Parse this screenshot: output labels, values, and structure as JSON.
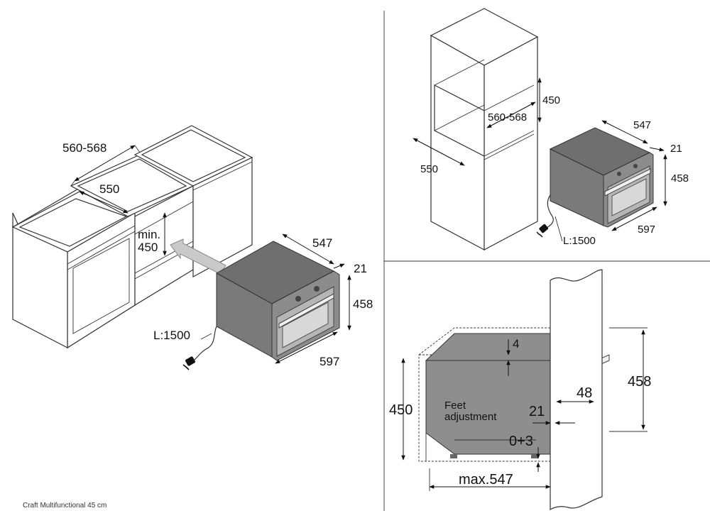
{
  "left_view": {
    "dim_width": "560-568",
    "dim_depth": "550",
    "dim_min": "min.",
    "dim_min_value": "450",
    "oven_depth": "547",
    "oven_panel": "21",
    "oven_height": "458",
    "oven_width": "597",
    "cable": "L:1500"
  },
  "top_right_view": {
    "dim_height": "450",
    "dim_width": "560-568",
    "dim_depth": "550",
    "oven_depth": "547",
    "oven_panel": "21",
    "oven_height": "458",
    "oven_width": "597",
    "cable": "L:1500"
  },
  "bottom_right_view": {
    "gap_top": "4",
    "niche_height": "450",
    "oven_height": "458",
    "handle_offset": "48",
    "panel": "21",
    "feet_label_1": "Feet",
    "feet_label_2": "adjustment",
    "feet_value": "0+3",
    "max_depth": "max.547"
  },
  "caption": "Craft Multifunctional 45 cm"
}
